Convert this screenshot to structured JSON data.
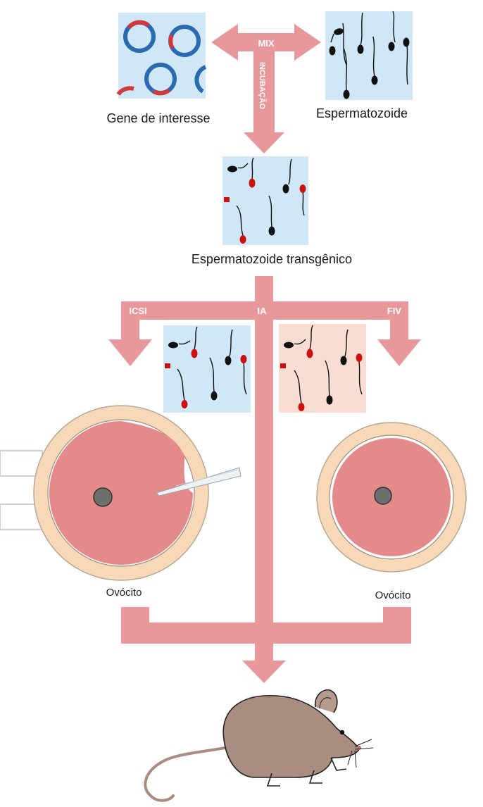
{
  "labels": {
    "gene": "Gene de interesse",
    "sperm": "Espermatozoide",
    "transgenic_sperm": "Espermatozoide transgênico",
    "oocyte_left": "Ovócito",
    "oocyte_right": "Ovócito"
  },
  "arrows": {
    "mix": "MIX",
    "incubation": "INCUBAÇÃO",
    "icsi": "ICSI",
    "ia": "IA",
    "fiv": "FIV"
  },
  "colors": {
    "arrow": "#e8989a",
    "panel_blue": "#cfe7f6",
    "panel_peach": "#f9ddd2",
    "sperm_head_red": "#cc1111",
    "cytoplasm": "#e48a8a",
    "zona": "#f7d9b8",
    "mouse": "#a88d80"
  }
}
